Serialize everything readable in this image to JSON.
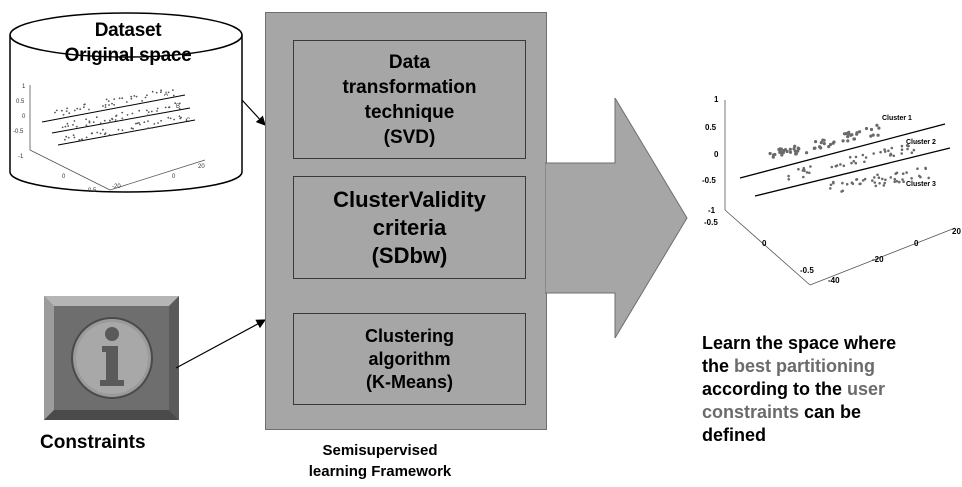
{
  "dataset": {
    "title_line1": "Dataset",
    "title_line2": "Original space",
    "plot": {
      "y_ticks": [
        "1",
        "0.5",
        "0",
        "-0.5",
        "-1"
      ],
      "x_ticks": [
        "0",
        "-0.5",
        "-20",
        "0",
        "20"
      ],
      "line_labels": [
        "A",
        "B",
        "C"
      ]
    }
  },
  "framework": {
    "boxes": [
      {
        "lines": [
          "Data",
          "transformation",
          "technique",
          "(SVD)"
        ]
      },
      {
        "lines": [
          "ClusterValidity",
          "criteria",
          "(SDbw)"
        ]
      },
      {
        "lines": [
          "Clustering",
          "algorithm",
          "(K-Means)"
        ]
      }
    ],
    "label_line1": "Semisupervised",
    "label_line2": "learning Framework"
  },
  "constraints": {
    "label": "Constraints",
    "icon": "info-icon"
  },
  "result_plot": {
    "y_ticks": [
      "1",
      "0.5",
      "0",
      "-0.5",
      "-1"
    ],
    "x_ticks": [
      "-0.5",
      "0",
      "-0.5",
      "-40",
      "-20",
      "0",
      "20"
    ],
    "cluster_labels": [
      "Cluster 1",
      "Cluster 2",
      "Cluster 3"
    ]
  },
  "learn_text": {
    "line1": "Learn the space where",
    "line2_a": "the ",
    "line2_b": "best partitioning",
    "line3_a": "according to the ",
    "line3_b": "user",
    "line4_a": "constraints",
    "line4_b": " can be",
    "line5": "defined"
  },
  "colors": {
    "framework_fill": "#a6a6a6",
    "arrow_fill": "#a6a6a6",
    "highlight_text": "#6b6b6b",
    "icon_bg": "#6e6e6e"
  }
}
